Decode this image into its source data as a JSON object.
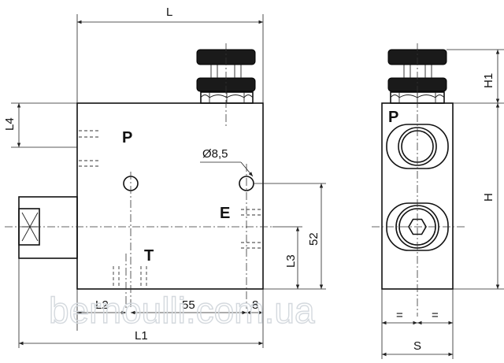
{
  "drawing": {
    "dimensions": {
      "L": "L",
      "L1": "L1",
      "L2": "L2",
      "L3": "L3",
      "L4": "L4",
      "H": "H",
      "H1": "H1",
      "S": "S",
      "bore": "Ø8,5",
      "span_55": "55",
      "span_8": "8",
      "height_52": "52",
      "equal_mark": "="
    },
    "ports": {
      "pressure": "P",
      "tank": "T",
      "outlet": "E",
      "side_pressure": "P"
    },
    "watermark": "bernoulli.com.ua"
  }
}
